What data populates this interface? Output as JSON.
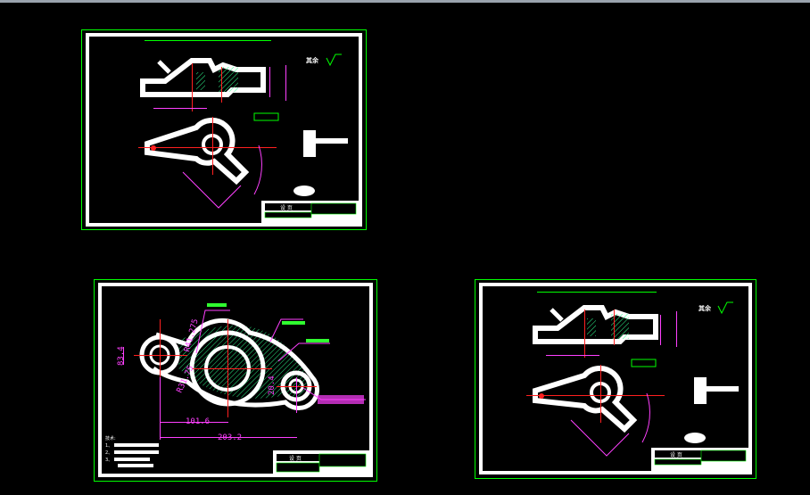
{
  "colors": {
    "background": "#000000",
    "frame": "#00ff00",
    "border": "#ffffff",
    "dimension": "#ff40ff",
    "centerline": "#ff2020",
    "hatch": "#30ff90"
  },
  "sheet1": {
    "roughness_label": "其余",
    "title_block": "设 页"
  },
  "sheet2": {
    "dims": {
      "d1": "101.6",
      "d2": "203.2",
      "r1": "R41.275",
      "r2": "R31.75",
      "h1": "83.4",
      "h2": "20.4"
    },
    "title_block": "设 页",
    "notes": [
      "技术:",
      "1、",
      "2、",
      "3、"
    ]
  },
  "sheet3": {
    "roughness_label": "其余",
    "title_block": "设 页"
  }
}
